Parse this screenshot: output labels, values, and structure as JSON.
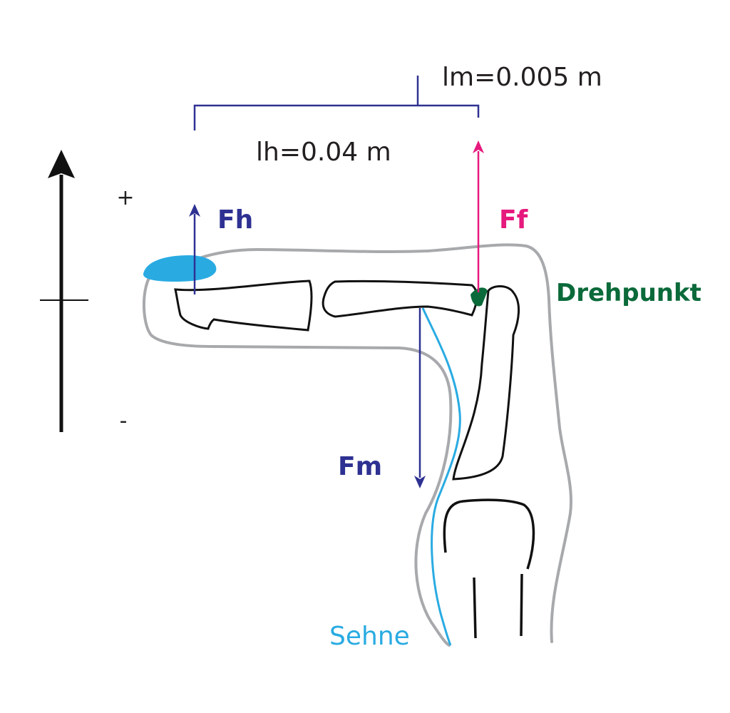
{
  "labels": {
    "lm": "lm=0.005 m",
    "lh": "lh=0.04 m",
    "fh": "Fh",
    "ff": "Ff",
    "fm": "Fm",
    "pivot": "Drehpunkt",
    "tendon": "Sehne",
    "plus": "+",
    "minus": "-"
  },
  "colors": {
    "fh": "#2e3192",
    "fm": "#2e3192",
    "ff": "#e6197d",
    "pivot": "#0b6a3a",
    "tendon": "#29abe2",
    "nail": "#29abe2",
    "skin": "#a7a9ac",
    "bone": "#111111",
    "dimension": "#2e3192",
    "axis": "#111111"
  }
}
